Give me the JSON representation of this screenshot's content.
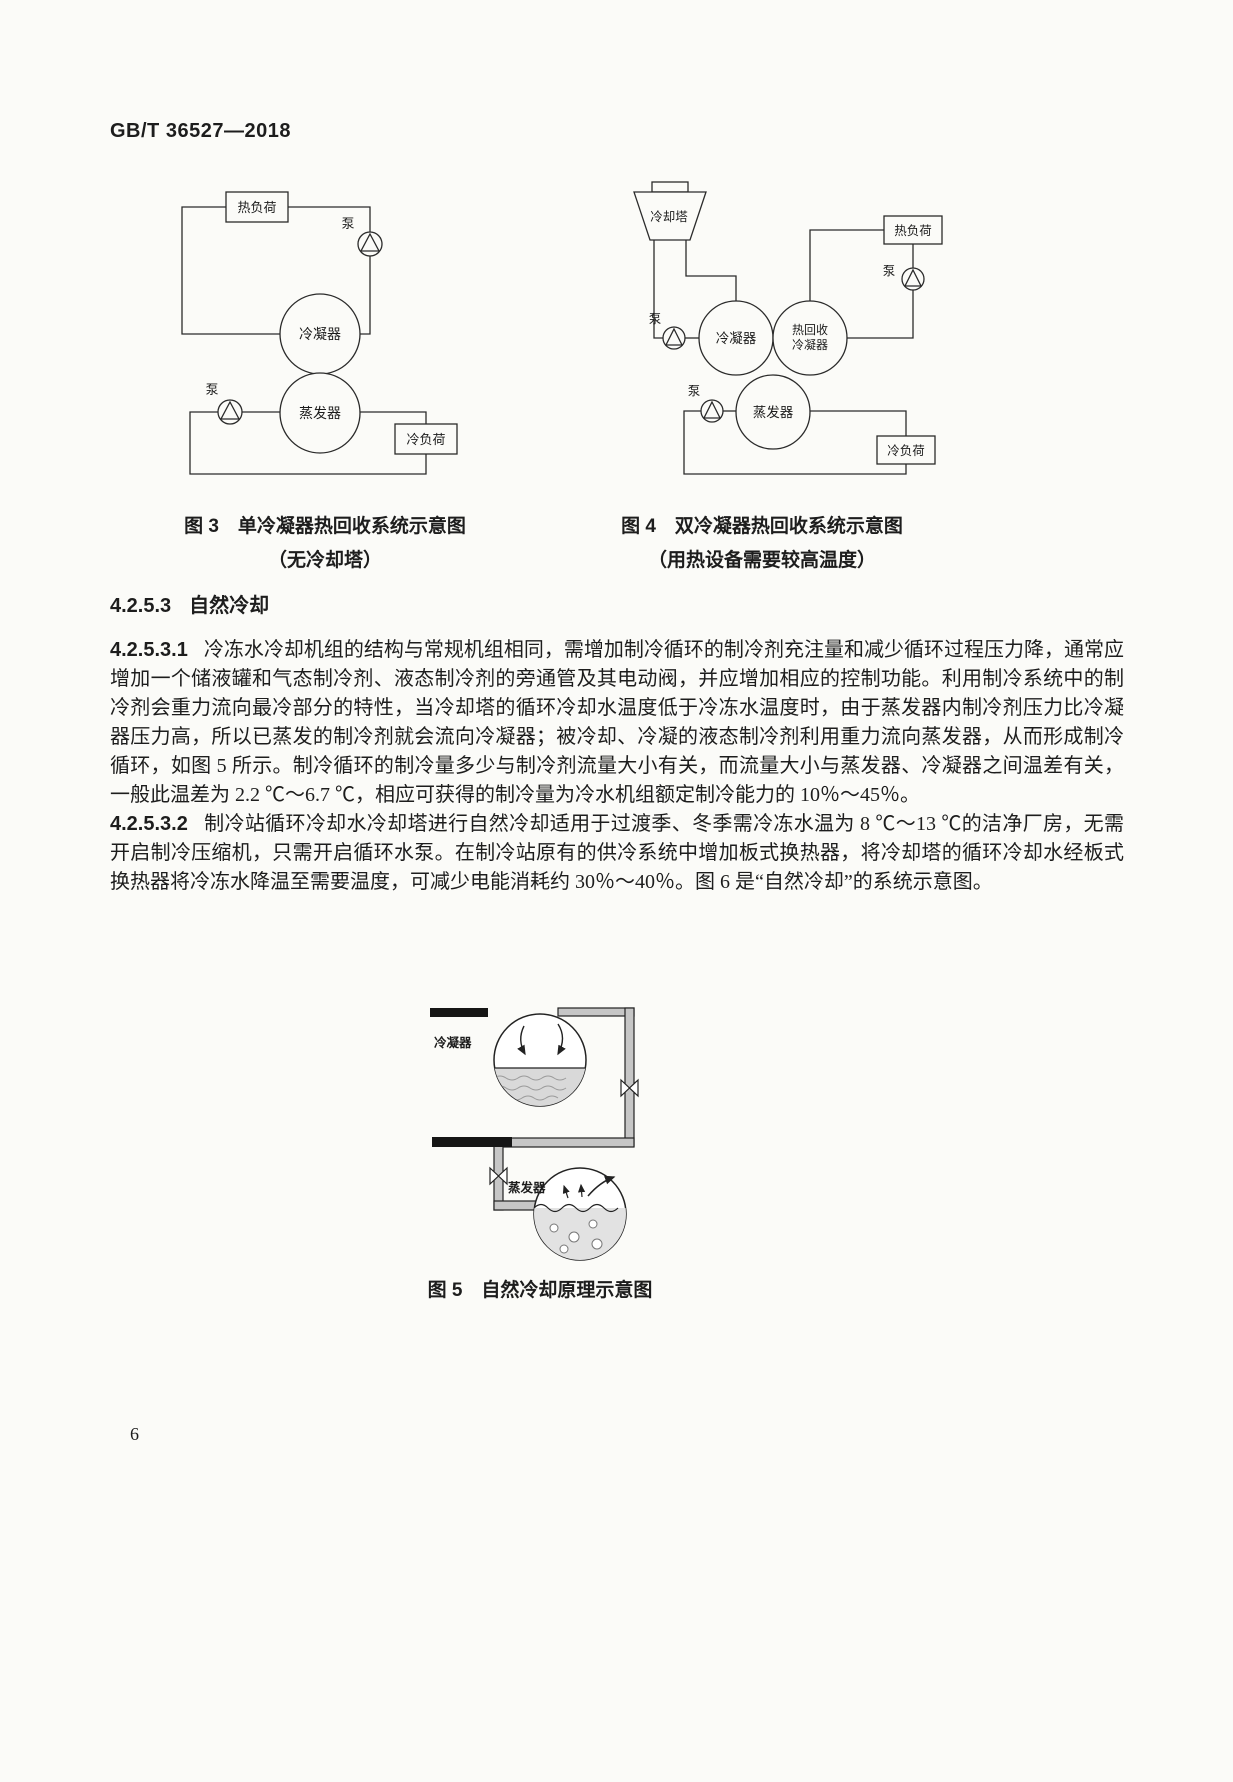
{
  "page": {
    "doc_number": "GB/T 36527—2018",
    "page_number": "6"
  },
  "figure3": {
    "caption_line1": "图 3　单冷凝器热回收系统示意图",
    "caption_line2": "（无冷却塔）",
    "labels": {
      "heat_load": "热负荷",
      "pump_top": "泵",
      "condenser": "冷凝器",
      "evaporator": "蒸发器",
      "pump_left": "泵",
      "cold_load": "冷负荷"
    }
  },
  "figure4": {
    "caption_line1": "图 4　双冷凝器热回收系统示意图",
    "caption_line2": "（用热设备需要较高温度）",
    "labels": {
      "cooling_tower": "冷却塔",
      "heat_load": "热负荷",
      "pump_right": "泵",
      "pump_condenser": "泵",
      "pump_evaporator": "泵",
      "condenser": "冷凝器",
      "hr_condenser_line1": "热回收",
      "hr_condenser_line2": "冷凝器",
      "evaporator": "蒸发器",
      "cold_load": "冷负荷"
    }
  },
  "section": {
    "heading_number": "4.2.5.3",
    "heading_title": "自然冷却"
  },
  "paragraphs": [
    {
      "number": "4.2.5.3.1",
      "text": "冷冻水冷却机组的结构与常规机组相同，需增加制冷循环的制冷剂充注量和减少循环过程压力降，通常应增加一个储液罐和气态制冷剂、液态制冷剂的旁通管及其电动阀，并应增加相应的控制功能。利用制冷系统中的制冷剂会重力流向最冷部分的特性，当冷却塔的循环冷却水温度低于冷冻水温度时，由于蒸发器内制冷剂压力比冷凝器压力高，所以已蒸发的制冷剂就会流向冷凝器；被冷却、冷凝的液态制冷剂利用重力流向蒸发器，从而形成制冷循环，如图 5 所示。制冷循环的制冷量多少与制冷剂流量大小有关，而流量大小与蒸发器、冷凝器之间温差有关，一般此温差为 2.2 ℃～6.7 ℃，相应可获得的制冷量为冷水机组额定制冷能力的 10％～45％。"
    },
    {
      "number": "4.2.5.3.2",
      "text": "制冷站循环冷却水冷却塔进行自然冷却适用于过渡季、冬季需冷冻水温为 8 ℃～13 ℃的洁净厂房，无需开启制冷压缩机，只需开启循环水泵。在制冷站原有的供冷系统中增加板式换热器，将冷却塔的循环冷却水经板式换热器将冷冻水降温至需要温度，可减少电能消耗约 30％～40％。图 6 是“自然冷却”的系统示意图。"
    }
  ],
  "figure5": {
    "caption": "图 5　自然冷却原理示意图",
    "labels": {
      "condenser": "冷凝器",
      "evaporator": "蒸发器"
    }
  }
}
